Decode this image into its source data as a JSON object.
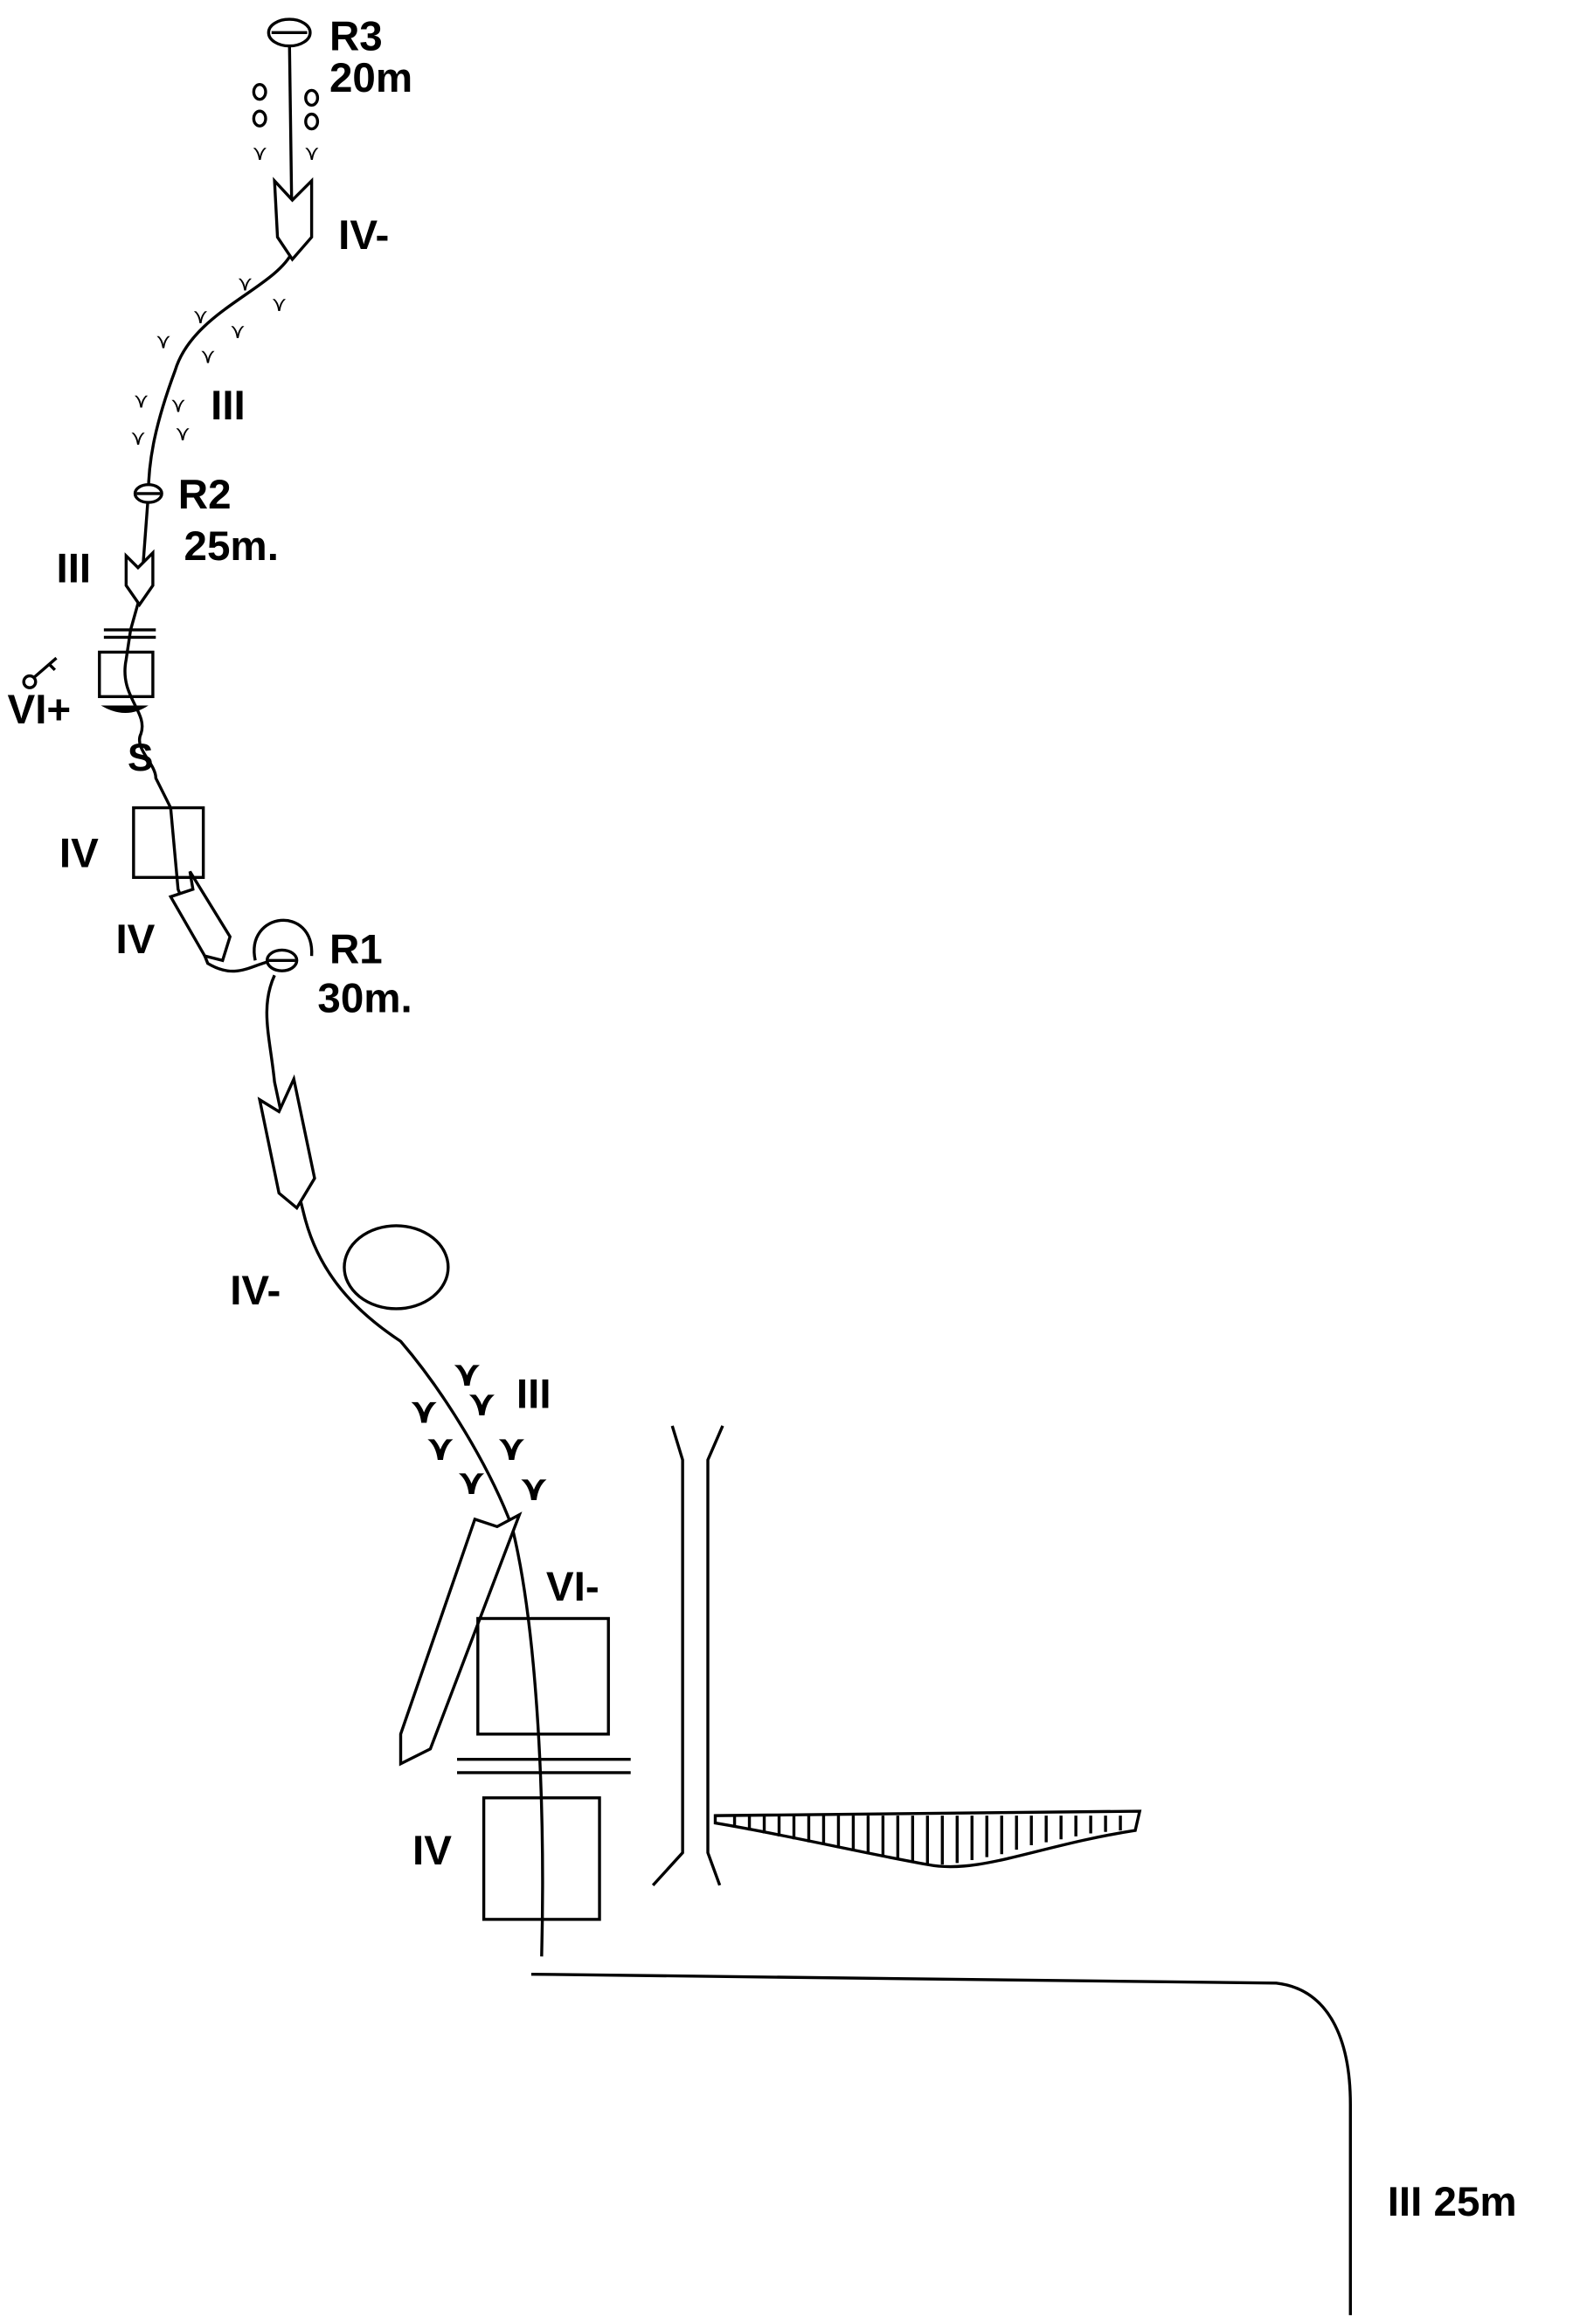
{
  "topo": {
    "belays": [
      {
        "name": "R3",
        "length": "20m"
      },
      {
        "name": "R2",
        "length": "25m."
      },
      {
        "name": "R1",
        "length": "30m."
      }
    ],
    "grades": {
      "p3_top": "IV-",
      "p3_vegetation": "III",
      "p2_top": "III",
      "p2_crux": "VI+",
      "p2_box": "IV",
      "p2_dihedral": "IV",
      "p1_upper": "IV-",
      "p1_vegetation": "III",
      "p1_crux": "VI-",
      "p1_lower": "IV",
      "approach": "III 25m"
    }
  }
}
